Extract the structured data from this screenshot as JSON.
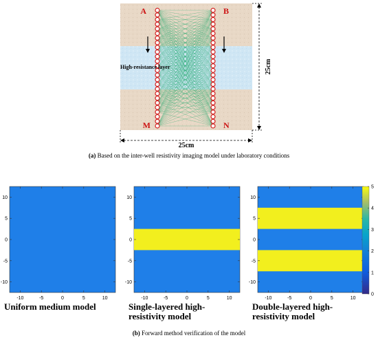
{
  "diagram": {
    "wells": {
      "top_left": "A",
      "top_right": "B",
      "bottom_left": "M",
      "bottom_right": "N"
    },
    "layer_label": "High-resistance layer",
    "dim_horizontal": "25cm",
    "dim_vertical": "25cm",
    "caption_tag": "(a)",
    "caption_text": " Based on the inter-well resistivity imaging model under laboratory conditions"
  },
  "panels": [
    {
      "title_lines": [
        "Uniform medium model"
      ],
      "layers": []
    },
    {
      "title_lines": [
        "Single-layered high-",
        "resistivity model"
      ],
      "layers": [
        [
          -2.5,
          2.5
        ]
      ]
    },
    {
      "title_lines": [
        "Double-layered high-",
        "resistivity model"
      ],
      "layers": [
        [
          2.5,
          7.5
        ],
        [
          -7.5,
          -2.5
        ]
      ]
    }
  ],
  "chart_data": {
    "type": "heatmap",
    "x_ticks": [
      "-10",
      "-5",
      "0",
      "5",
      "10"
    ],
    "y_ticks": [
      "10",
      "5",
      "0",
      "-5",
      "-10"
    ],
    "xlim": [
      -12.5,
      12.5
    ],
    "ylim": [
      -12.5,
      12.5
    ],
    "colorbar": {
      "ticks": [
        "5",
        "4",
        "3",
        "2",
        "1",
        "0"
      ],
      "min": 0,
      "max": 5
    },
    "background_value": 1.2,
    "layer_value": 4.7
  },
  "caption_b_tag": "(b)",
  "caption_b_text": " Forward method verification of the model",
  "colors": {
    "background_field": "#1f7fe8",
    "layer_field": "#f2ef1e",
    "electrode": "#d42020",
    "ray": "#1aa76a",
    "label_red": "#cc1111"
  }
}
